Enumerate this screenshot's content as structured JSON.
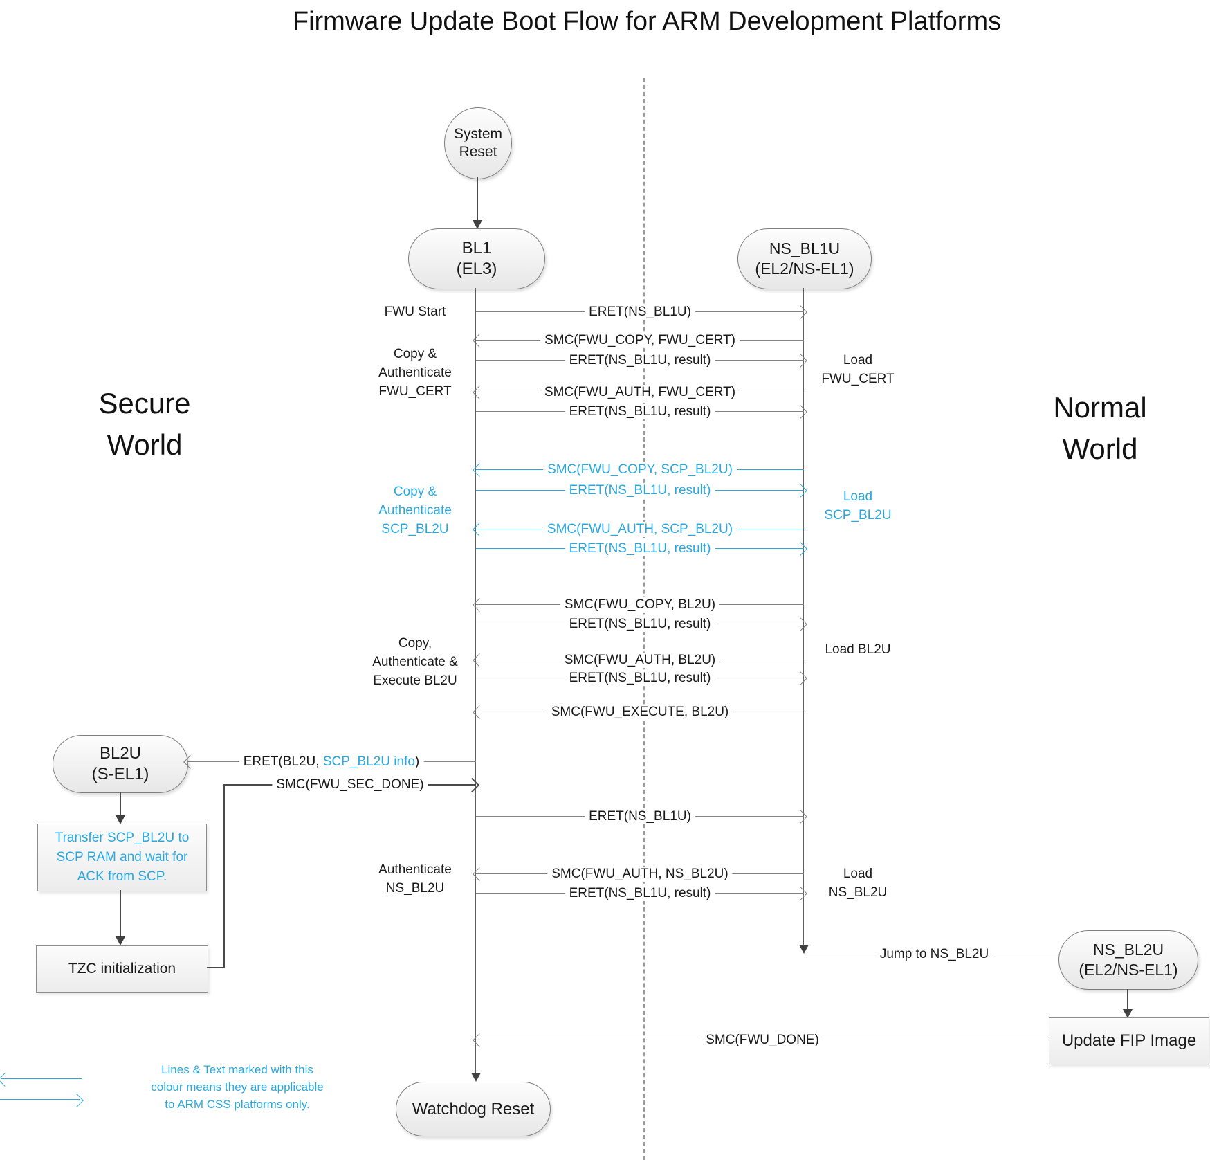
{
  "title": "Firmware Update Boot Flow for ARM Development Platforms",
  "worlds": {
    "secure": [
      "Secure",
      "World"
    ],
    "normal": [
      "Normal",
      "World"
    ]
  },
  "colors": {
    "css_platform_blue": "#29A8E0",
    "message_line_gray": "#828282",
    "connector_dark_gray": "#404040"
  },
  "nodes": {
    "system_reset": [
      "System",
      "Reset"
    ],
    "bl1": [
      "BL1",
      "(EL3)"
    ],
    "ns_bl1u": [
      "NS_BL1U",
      "(EL2/NS-EL1)"
    ],
    "bl2u": [
      "BL2U",
      "(S-EL1)"
    ],
    "ns_bl2u": [
      "NS_BL2U",
      "(EL2/NS-EL1)"
    ],
    "watchdog": "Watchdog Reset",
    "transfer_scp": [
      "Transfer SCP_BL2U to",
      "SCP RAM and wait for",
      "ACK from SCP."
    ],
    "tzc": "TZC initialization",
    "update_fip": "Update FIP Image"
  },
  "msgs": {
    "eret_ns_bl1u": "ERET(NS_BL1U)",
    "eret_result": "ERET(NS_BL1U, result)",
    "smc_copy_fwu_cert": "SMC(FWU_COPY, FWU_CERT)",
    "smc_auth_fwu_cert": "SMC(FWU_AUTH, FWU_CERT)",
    "smc_copy_scp_bl2u": "SMC(FWU_COPY, SCP_BL2U)",
    "smc_auth_scp_bl2u": "SMC(FWU_AUTH, SCP_BL2U)",
    "smc_copy_bl2u": "SMC(FWU_COPY, BL2U)",
    "smc_auth_bl2u": "SMC(FWU_AUTH, BL2U)",
    "smc_execute_bl2u": "SMC(FWU_EXECUTE, BL2U)",
    "eret_bl2u": {
      "prefix": "ERET(BL2U, ",
      "blue": "SCP_BL2U info",
      "suffix": ")"
    },
    "smc_fwu_sec_done": "SMC(FWU_SEC_DONE)",
    "smc_auth_ns_bl2u": "SMC(FWU_AUTH, NS_BL2U)",
    "jump_ns_bl2u": "Jump to NS_BL2U",
    "smc_fwu_done": "SMC(FWU_DONE)"
  },
  "side_labels": {
    "fwu_start": "FWU Start",
    "copy_auth_fwu_cert": [
      "Copy &",
      "Authenticate",
      "FWU_CERT"
    ],
    "load_fwu_cert": [
      "Load",
      "FWU_CERT"
    ],
    "copy_auth_scp_bl2u": [
      "Copy &",
      "Authenticate",
      "SCP_BL2U"
    ],
    "load_scp_bl2u": [
      "Load",
      "SCP_BL2U"
    ],
    "copy_auth_exec_bl2u": [
      "Copy,",
      "Authenticate &",
      "Execute BL2U"
    ],
    "load_bl2u": "Load BL2U",
    "auth_ns_bl2u": [
      "Authenticate",
      "NS_BL2U"
    ],
    "load_ns_bl2u": [
      "Load",
      "NS_BL2U"
    ]
  },
  "legend": {
    "lines": [
      "Lines & Text marked with this",
      "colour means they are applicable",
      "to ARM CSS platforms only."
    ]
  }
}
